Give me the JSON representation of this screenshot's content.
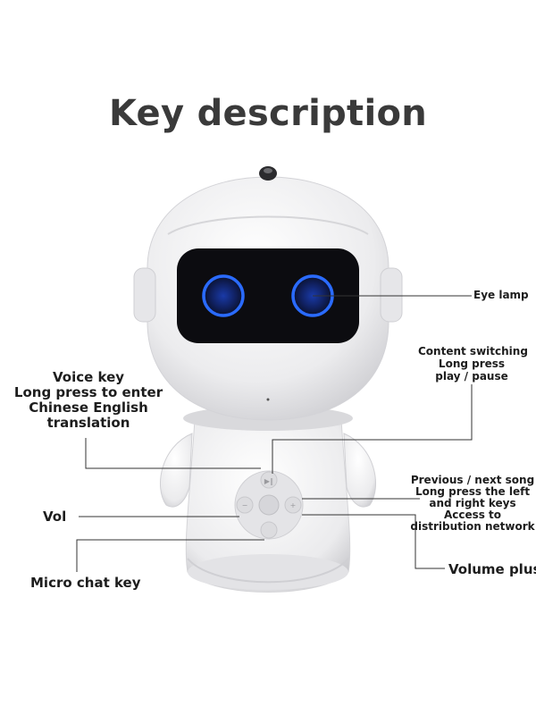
{
  "title": "Key description",
  "labels": {
    "eye_lamp": "Eye lamp",
    "content_switching": [
      "Content switching",
      "Long press",
      "play / pause"
    ],
    "voice_key": [
      "Voice key",
      "Long press to enter",
      "Chinese English",
      "translation"
    ],
    "vol": "Vol",
    "prev_next": [
      "Previous / next song",
      "Long press the left",
      "and right keys",
      "Access to",
      "distribution network"
    ],
    "volume_plus": "Volume plus",
    "micro_chat": "Micro chat key"
  },
  "colors": {
    "eye_ring": "#2a6bff",
    "visor": "#0c0c10",
    "body": "#f1f1f3",
    "leader_line": "#333333"
  }
}
